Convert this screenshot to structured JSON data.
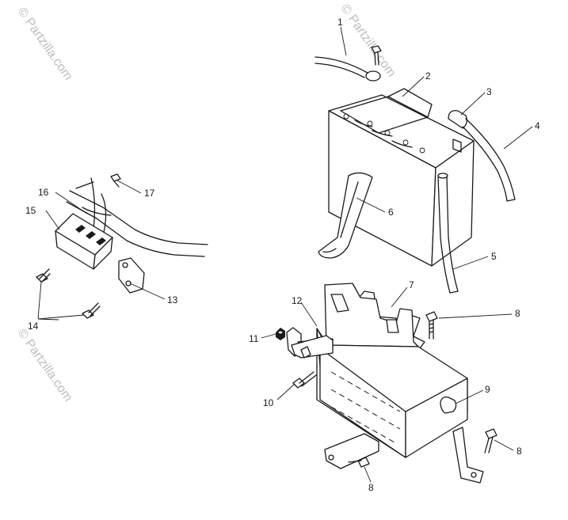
{
  "watermark": {
    "text": "© Partzilla.com"
  },
  "callouts": [
    {
      "id": "1",
      "label": "1"
    },
    {
      "id": "2",
      "label": "2"
    },
    {
      "id": "3",
      "label": "3"
    },
    {
      "id": "4",
      "label": "4"
    },
    {
      "id": "5",
      "label": "5"
    },
    {
      "id": "6",
      "label": "6"
    },
    {
      "id": "7",
      "label": "7"
    },
    {
      "id": "8a",
      "label": "8"
    },
    {
      "id": "8b",
      "label": "8"
    },
    {
      "id": "8c",
      "label": "8"
    },
    {
      "id": "9",
      "label": "9"
    },
    {
      "id": "10",
      "label": "10"
    },
    {
      "id": "11",
      "label": "11"
    },
    {
      "id": "12",
      "label": "12"
    },
    {
      "id": "13",
      "label": "13"
    },
    {
      "id": "14",
      "label": "14"
    },
    {
      "id": "15",
      "label": "15"
    },
    {
      "id": "16",
      "label": "16"
    },
    {
      "id": "17",
      "label": "17"
    }
  ]
}
